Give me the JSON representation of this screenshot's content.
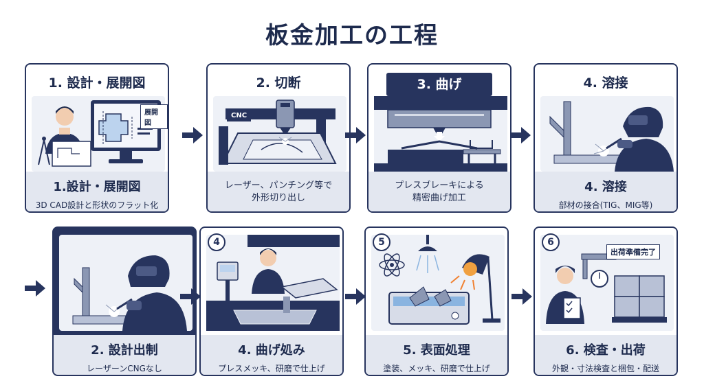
{
  "title": "板金加工の工程",
  "cards": [
    {
      "header": "1. 設計・展開図",
      "footer_title": "1.設計・展開図",
      "footer_sub": "3D CAD設計と形状のフラット化",
      "screen_label": "展開図"
    },
    {
      "header": "2. 切断",
      "footer_text": "レーザー、パンチング等で\n外形切り出し",
      "machine_label": "CNC"
    },
    {
      "header": "3. 曲げ",
      "footer_text": "プレスブレーキによる\n精密曲げ加工"
    },
    {
      "header": "4. 溶接",
      "footer_title": "4. 溶接",
      "footer_sub": "部材の接合(TIG、MIG等)"
    },
    {
      "footer_title": "2. 設計出制",
      "footer_sub": "レーザーンCNGなし"
    },
    {
      "badge": "4",
      "footer_title": "4. 曲げ処み",
      "footer_sub": "プレスメッキ、研磨で仕上げ"
    },
    {
      "badge": "5",
      "footer_title": "5. 表面処理",
      "footer_sub": "塗装、メッキ、研磨で仕上げ"
    },
    {
      "badge": "6",
      "footer_title": "6. 検査・出荷",
      "footer_sub": "外観・寸法検査と梱包・配送",
      "tag": "出荷準備完了"
    }
  ],
  "colors": {
    "navy": "#27345e",
    "panel": "#eef1f7",
    "footer": "#e3e7f0"
  },
  "icons": [
    "right-arrow-icon"
  ]
}
